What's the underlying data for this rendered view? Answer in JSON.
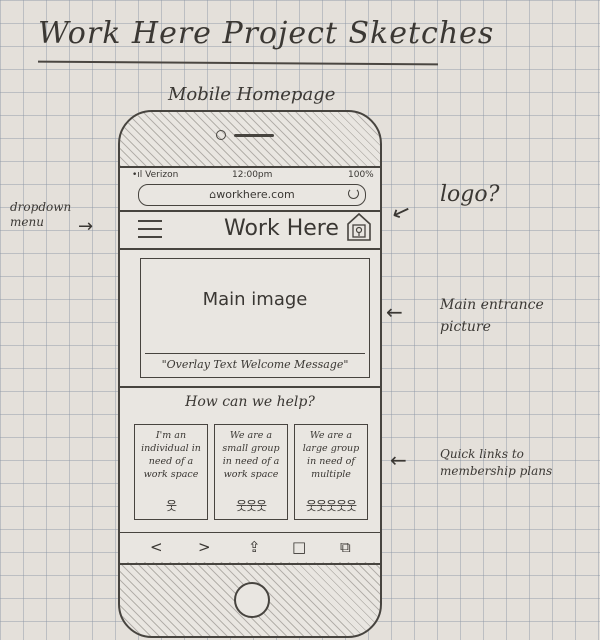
{
  "sketch": {
    "title": "Work Here Project Sketches",
    "subtitle": "Mobile Homepage"
  },
  "status_bar": {
    "carrier": "•ıl Verizon",
    "time": "12:00pm",
    "battery": "100%"
  },
  "browser": {
    "url": "⌂workhere.com"
  },
  "header": {
    "brand": "Work Here"
  },
  "hero": {
    "label": "Main image",
    "overlay": "\"Overlay Text Welcome Message\""
  },
  "help": {
    "title": "How can we help?",
    "cards": [
      {
        "text": "I'm an individual in need of a work space",
        "people": "웃"
      },
      {
        "text": "We are a small group in need of a work space",
        "people": "웃웃웃"
      },
      {
        "text": "We are a large group in need of multiple",
        "people": "웃웃웃웃웃"
      }
    ]
  },
  "toolbar": {
    "back": "<",
    "forward": ">",
    "share": "⇪",
    "bookmarks": "□",
    "tabs": "⧉"
  },
  "annotations": {
    "dropdown": "dropdown menu",
    "logo": "logo?",
    "entrance": "Main entrance picture",
    "links": "Quick links to membership plans"
  }
}
